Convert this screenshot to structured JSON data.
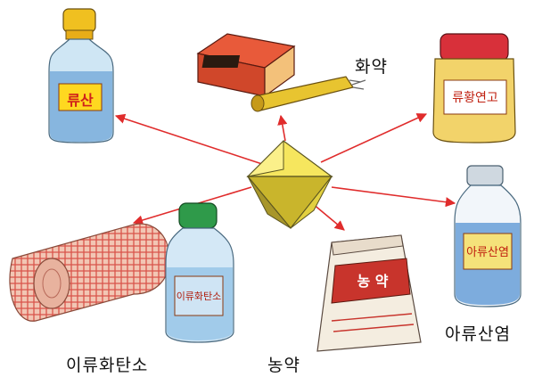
{
  "center": {
    "name": "sulfur-crystal",
    "color_light": "#f4e35a",
    "color_dark": "#b9a826"
  },
  "arrow_color": "#e02c2c",
  "products": [
    {
      "id": "sulfuric-acid",
      "label": "",
      "package_text": "류산"
    },
    {
      "id": "gunpowder",
      "label": "화약",
      "package_text": ""
    },
    {
      "id": "sulfur-ointment",
      "label": "",
      "package_text": "류황연고"
    },
    {
      "id": "sulfite",
      "label": "아류산염",
      "package_text": "아류산염"
    },
    {
      "id": "pesticide",
      "label": "농약",
      "package_text": "농 약"
    },
    {
      "id": "carbon-disulfide",
      "label": "이류화탄소",
      "package_text": "이류화탄소"
    }
  ]
}
